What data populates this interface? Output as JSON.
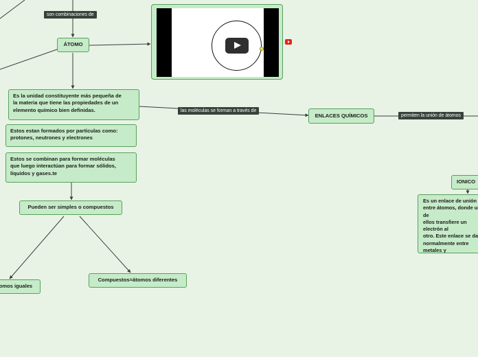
{
  "tags": {
    "combinaciones": "son combinaciones de",
    "moleculas": "las moléculas se forman a través de",
    "permiten": "permiten la unión de átomos"
  },
  "nodes": {
    "atomo": "ÁTOMO",
    "unidad": "Es la unidad constituyente más pequeña de\nla materia que tiene las propiedades de un\nelemento químico bien definidas.",
    "particulas": "Estos estan formados por particulas como:\nprotones, neutrones y electrones",
    "combinan": "Estos  se combinan para formar moléculas\nque luego interactúan para formar sólidos,\nlíquidos y gases.te",
    "simples": "Pueden ser simples o compuestos",
    "iguales": "átomos iguales",
    "compuestos": "Compuestos=átomos diferentes",
    "enlaces": "ENLACES QUÍMICOS",
    "ionico": "IONICO",
    "ionico_desc": "Es un enlace de unión\nentre átomos, donde uno de\nellos transfiere un electrón al\notro. Este enlace se da\nnormalmente entre metales y\nno metales con diferente\nelectronegatividad."
  },
  "media": {
    "video_icon": "play-icon",
    "source_icon": "youtube-icon",
    "source_color": "#e62117"
  }
}
